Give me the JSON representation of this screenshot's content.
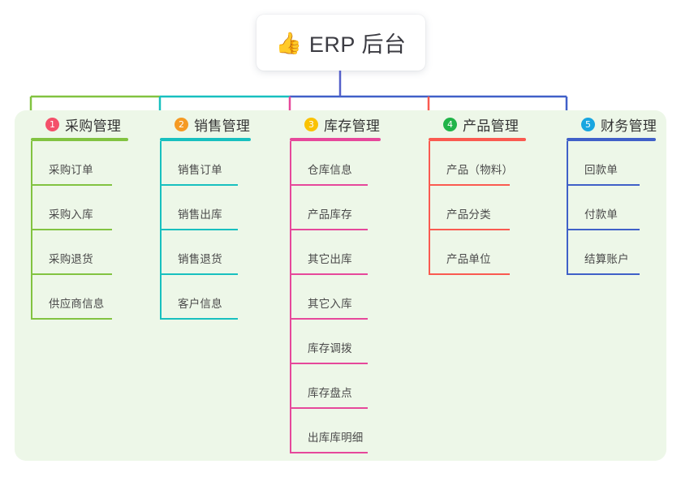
{
  "root": {
    "emoji": "👍",
    "emoji_name": "thumbs-up-icon",
    "title": "ERP 后台"
  },
  "theme": {
    "panel_bg": "#edf7e8",
    "card_bg": "#ffffff",
    "root_stem": "#5560c9",
    "text": "#3c3c3c"
  },
  "columns": [
    {
      "number": "1",
      "title": "采购管理",
      "badge_color": "#f4506a",
      "line_color": "#82c341",
      "items": [
        "采购订单",
        "采购入库",
        "采购退货",
        "供应商信息"
      ]
    },
    {
      "number": "2",
      "title": "销售管理",
      "badge_color": "#f59a23",
      "line_color": "#18c0bf",
      "items": [
        "销售订单",
        "销售出库",
        "销售退货",
        "客户信息"
      ]
    },
    {
      "number": "3",
      "title": "库存管理",
      "badge_color": "#fac200",
      "line_color": "#e6489b",
      "items": [
        "仓库信息",
        "产品库存",
        "其它出库",
        "其它入库",
        "库存调拨",
        "库存盘点",
        "出库库明细"
      ]
    },
    {
      "number": "4",
      "title": "产品管理",
      "badge_color": "#21b449",
      "line_color": "#fa5a50",
      "items": [
        "产品（物料）",
        "产品分类",
        "产品单位"
      ]
    },
    {
      "number": "5",
      "title": "财务管理",
      "badge_color": "#18a6e0",
      "line_color": "#4060c8",
      "items": [
        "回款单",
        "付款单",
        "结算账户"
      ]
    }
  ]
}
